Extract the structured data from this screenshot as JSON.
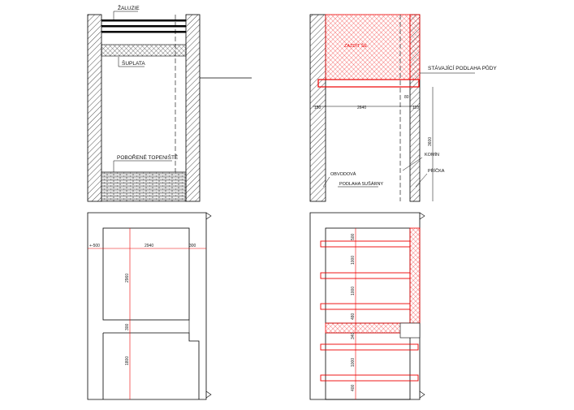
{
  "labels": {
    "zaluzie": "ŽALUZIE",
    "suplata": "ŠUPLATA",
    "topeniste": "POBOŘENÉ TOPENIŠTĚ",
    "zazdit": "ZAZDÍT ŠE",
    "podlaha_pudy": "STÁVAJÍCÍ PODLAHA PŮDY",
    "komin": "KOMÍN",
    "pricka": "PŘÍČKA",
    "obvodova": "OBVODOVÁ",
    "podlaha_susarny": "PODLAHA SUŠÁRNY"
  },
  "dims": {
    "d150": "150",
    "d2640": "2640",
    "d110": "110",
    "d80": "80",
    "d3600": "3600",
    "d500": "+-500",
    "d2940": "2940",
    "d300a": "300",
    "d2960": "2960",
    "d300b": "300",
    "d1800": "1800",
    "r500": "500",
    "r1000a": "1000",
    "r1000b": "1000",
    "r480": "480",
    "r340": "340",
    "r1000c": "1000",
    "r400": "400"
  },
  "colors": {
    "accent": "#ff0000",
    "line": "#000000"
  }
}
